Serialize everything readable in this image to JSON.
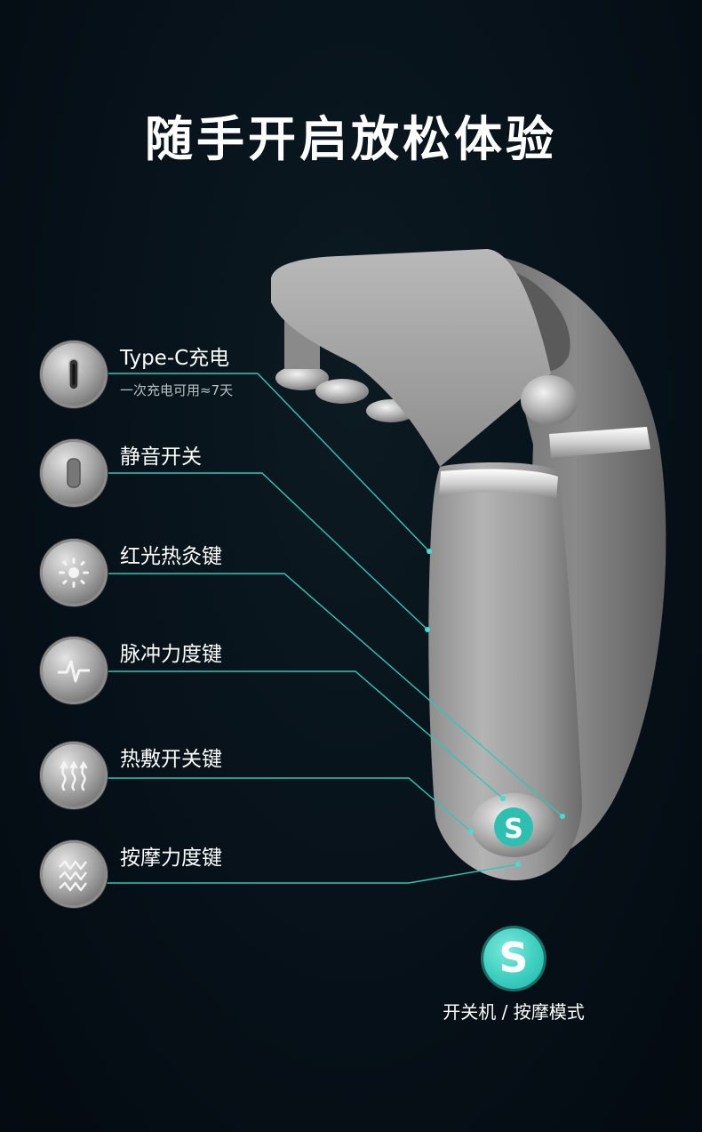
{
  "title": "随手开启放松体验",
  "accent_color": "#3ccfbf",
  "features": [
    {
      "icon": "type-c-port-icon",
      "label": "Type-C充电",
      "sub": "一次充电可用≈7天"
    },
    {
      "icon": "mute-switch-icon",
      "label": "静音开关"
    },
    {
      "icon": "red-light-icon",
      "label": "红光热灸键"
    },
    {
      "icon": "pulse-icon",
      "label": "脉冲力度键"
    },
    {
      "icon": "heat-icon",
      "label": "热敷开关键"
    },
    {
      "icon": "massage-wave-icon",
      "label": "按摩力度键"
    }
  ],
  "power_button": {
    "letter": "S",
    "caption": "开关机 / 按摩模式"
  }
}
